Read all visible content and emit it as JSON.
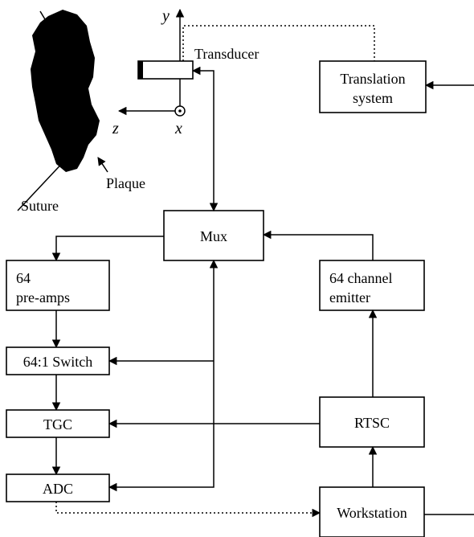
{
  "labels": {
    "transducer": "Transducer",
    "translation_line1": "Translation",
    "translation_line2": "system",
    "plaque": "Plaque",
    "suture": "Suture",
    "axis_y": "y",
    "axis_z": "z",
    "axis_x": "x",
    "mux": "Mux",
    "preamps_line1": "64",
    "preamps_line2": "pre-amps",
    "switch": "64:1 Switch",
    "tgc": "TGC",
    "adc": "ADC",
    "emitter_line1": "64 channel",
    "emitter_line2": "emitter",
    "rtsc": "RTSC",
    "workstation": "Workstation"
  },
  "colors": {
    "ink": "#000000",
    "background": "#ffffff"
  }
}
